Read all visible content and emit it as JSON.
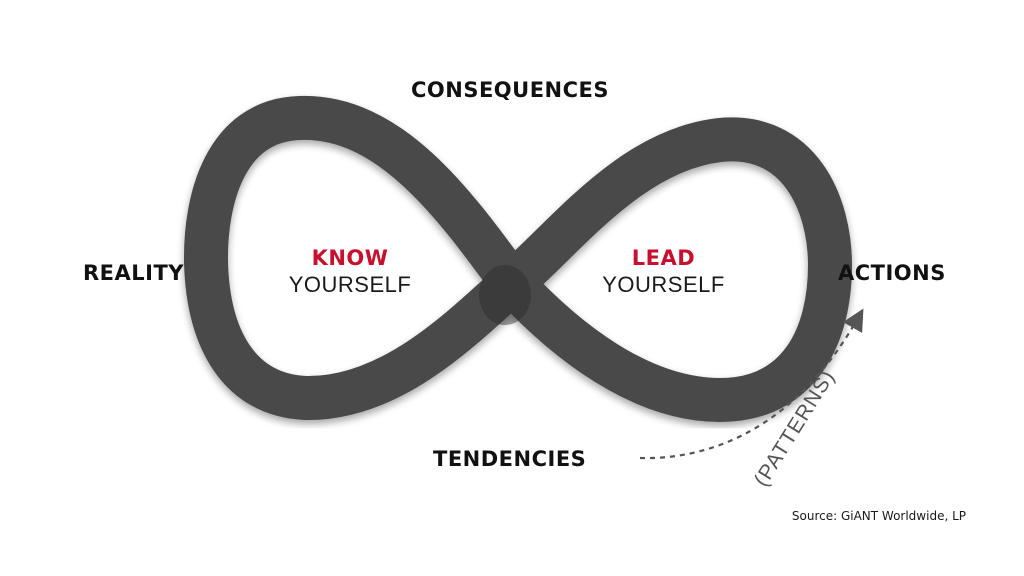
{
  "labels": {
    "top": "CONSEQUENCES",
    "left": "REALITY",
    "right": "ACTIONS",
    "bottom": "TENDENCIES"
  },
  "left_loop": {
    "accent": "KNOW",
    "sub": "YOURSELF"
  },
  "right_loop": {
    "accent": "LEAD",
    "sub": "YOURSELF"
  },
  "arrow_label": "(PATTERNS)",
  "source": "Source: GiANT Worldwide, LP",
  "colors": {
    "loop": "#4a4a4a",
    "accent": "#c8102e",
    "arrow": "#555555",
    "text": "#111111"
  }
}
